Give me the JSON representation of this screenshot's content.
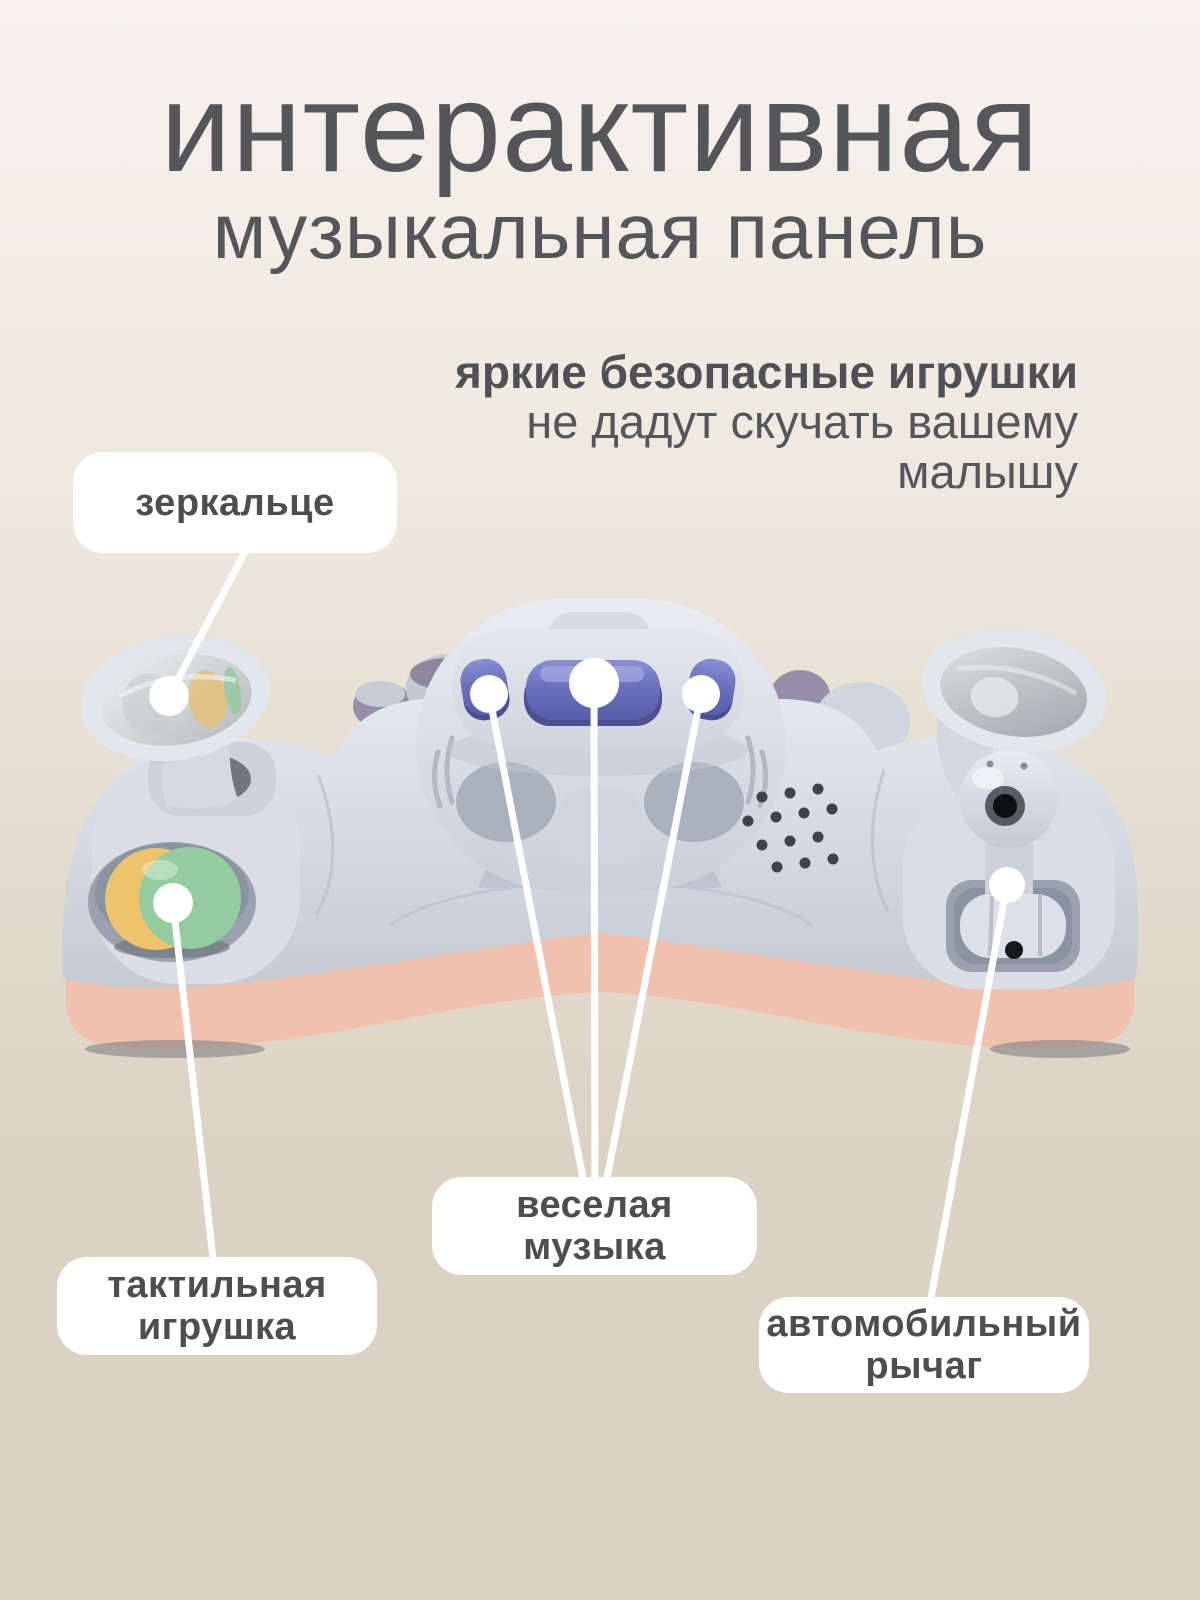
{
  "colors": {
    "background_top": "#f7f2ec",
    "background_bottom": "#dcd2c4",
    "heading_text": "#55565a",
    "label_text": "#4d4e50",
    "label_background": "#ffffff",
    "callout_line": "#ffffff",
    "toy_body_gray": "#d6dce4",
    "toy_base_pink": "#f0c2ae",
    "button_purple": "#6a70bd",
    "ball_yellow": "#eec36d",
    "ball_green": "#93cc9e",
    "mirror_silver": "#d9dddd"
  },
  "heading": {
    "title": "интерактивная",
    "subtitle": "музыкальная панель"
  },
  "tagline": {
    "line1": "яркие безопасные игрушки",
    "line2": "не дадут скучать вашему",
    "line3": "малышу"
  },
  "callouts": {
    "mirror": {
      "label": "зеркальце"
    },
    "tactile_toy": {
      "label": "тактильная\nигрушка"
    },
    "music": {
      "label": "веселая\nмузыка"
    },
    "lever": {
      "label": "автомобильный\nрычаг"
    }
  }
}
